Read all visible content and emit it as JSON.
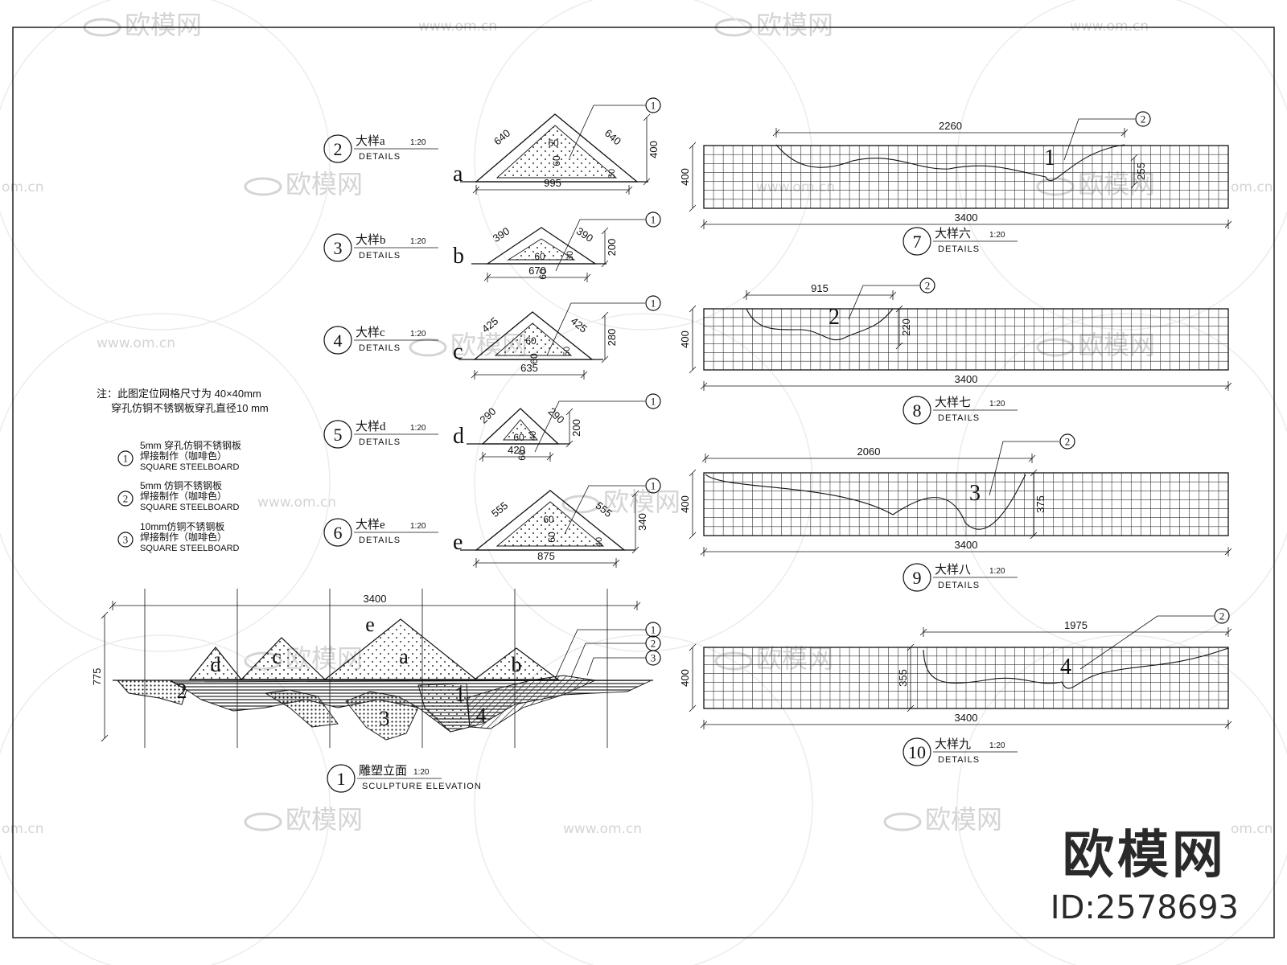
{
  "watermarks": {
    "logo_text": "欧模网",
    "url_text": "www.om.cn",
    "url_partial": "om.cn"
  },
  "brand": {
    "name": "欧模网",
    "id": "ID:2578693"
  },
  "callout_numbers": [
    "1",
    "2",
    "3"
  ],
  "note": {
    "line1": "注：此图定位网格尺寸为 40×40mm",
    "line2": "穿孔仿铜不锈钢板穿孔直径10 mm"
  },
  "legend": [
    {
      "num": "1",
      "line1": "5mm 穿孔仿铜不锈钢板",
      "line2": "焊接制作（咖啡色）",
      "line3": "SQUARE STEELBOARD"
    },
    {
      "num": "2",
      "line1": "5mm 仿铜不锈钢板",
      "line2": "焊接制作（咖啡色）",
      "line3": "SQUARE STEELBOARD"
    },
    {
      "num": "3",
      "line1": "10mm仿铜不锈钢板",
      "line2": "焊接制作（咖啡色）",
      "line3": "SQUARE STEELBOARD"
    }
  ],
  "details_tri": [
    {
      "num": "2",
      "title": "大样a",
      "scale": "1:20",
      "sub": "DETAILS",
      "letter": "a",
      "side": "640",
      "base": "995",
      "height": "400",
      "d1": "60",
      "d2": "60",
      "d3": "50"
    },
    {
      "num": "3",
      "title": "大样b",
      "scale": "1:20",
      "sub": "DETAILS",
      "letter": "b",
      "side": "390",
      "base": "670",
      "height": "200",
      "d1": "60",
      "d2": "60",
      "d3": "30"
    },
    {
      "num": "4",
      "title": "大样c",
      "scale": "1:20",
      "sub": "DETAILS",
      "letter": "c",
      "side": "425",
      "base": "635",
      "height": "280",
      "d1": "60",
      "d2": "60",
      "d3": "50"
    },
    {
      "num": "5",
      "title": "大样d",
      "scale": "1:20",
      "sub": "DETAILS",
      "letter": "d",
      "side": "290",
      "base": "420",
      "height": "200",
      "d1": "60",
      "d2": "60",
      "d3": "40"
    },
    {
      "num": "6",
      "title": "大样e",
      "scale": "1:20",
      "sub": "DETAILS",
      "letter": "e",
      "side": "555",
      "base": "875",
      "height": "340",
      "d1": "60",
      "d2": "60",
      "d3": "40"
    }
  ],
  "elevation": {
    "num": "1",
    "title": "雕塑立面",
    "scale": "1:20",
    "sub": "SCULPTURE ELEVATION",
    "width": "3400",
    "height": "775",
    "labels": [
      "d",
      "c",
      "e",
      "a",
      "b",
      "1",
      "2",
      "3",
      "4"
    ]
  },
  "details_grid": [
    {
      "num": "7",
      "title": "大样六",
      "scale": "1:20",
      "sub": "DETAILS",
      "length": "3400",
      "span": "2260",
      "height": "400",
      "rise": "255",
      "shape": "1",
      "callout": "2"
    },
    {
      "num": "8",
      "title": "大样七",
      "scale": "1:20",
      "sub": "DETAILS",
      "length": "3400",
      "span": "915",
      "height": "400",
      "rise": "220",
      "shape": "2",
      "callout": "2"
    },
    {
      "num": "9",
      "title": "大样八",
      "scale": "1:20",
      "sub": "DETAILS",
      "length": "3400",
      "span": "2060",
      "height": "400",
      "rise": "375",
      "shape": "3",
      "callout": "2"
    },
    {
      "num": "10",
      "title": "大样九",
      "scale": "1:20",
      "sub": "DETAILS",
      "length": "3400",
      "span": "1975",
      "height": "400",
      "rise": "355",
      "shape": "4",
      "callout": "2"
    }
  ]
}
